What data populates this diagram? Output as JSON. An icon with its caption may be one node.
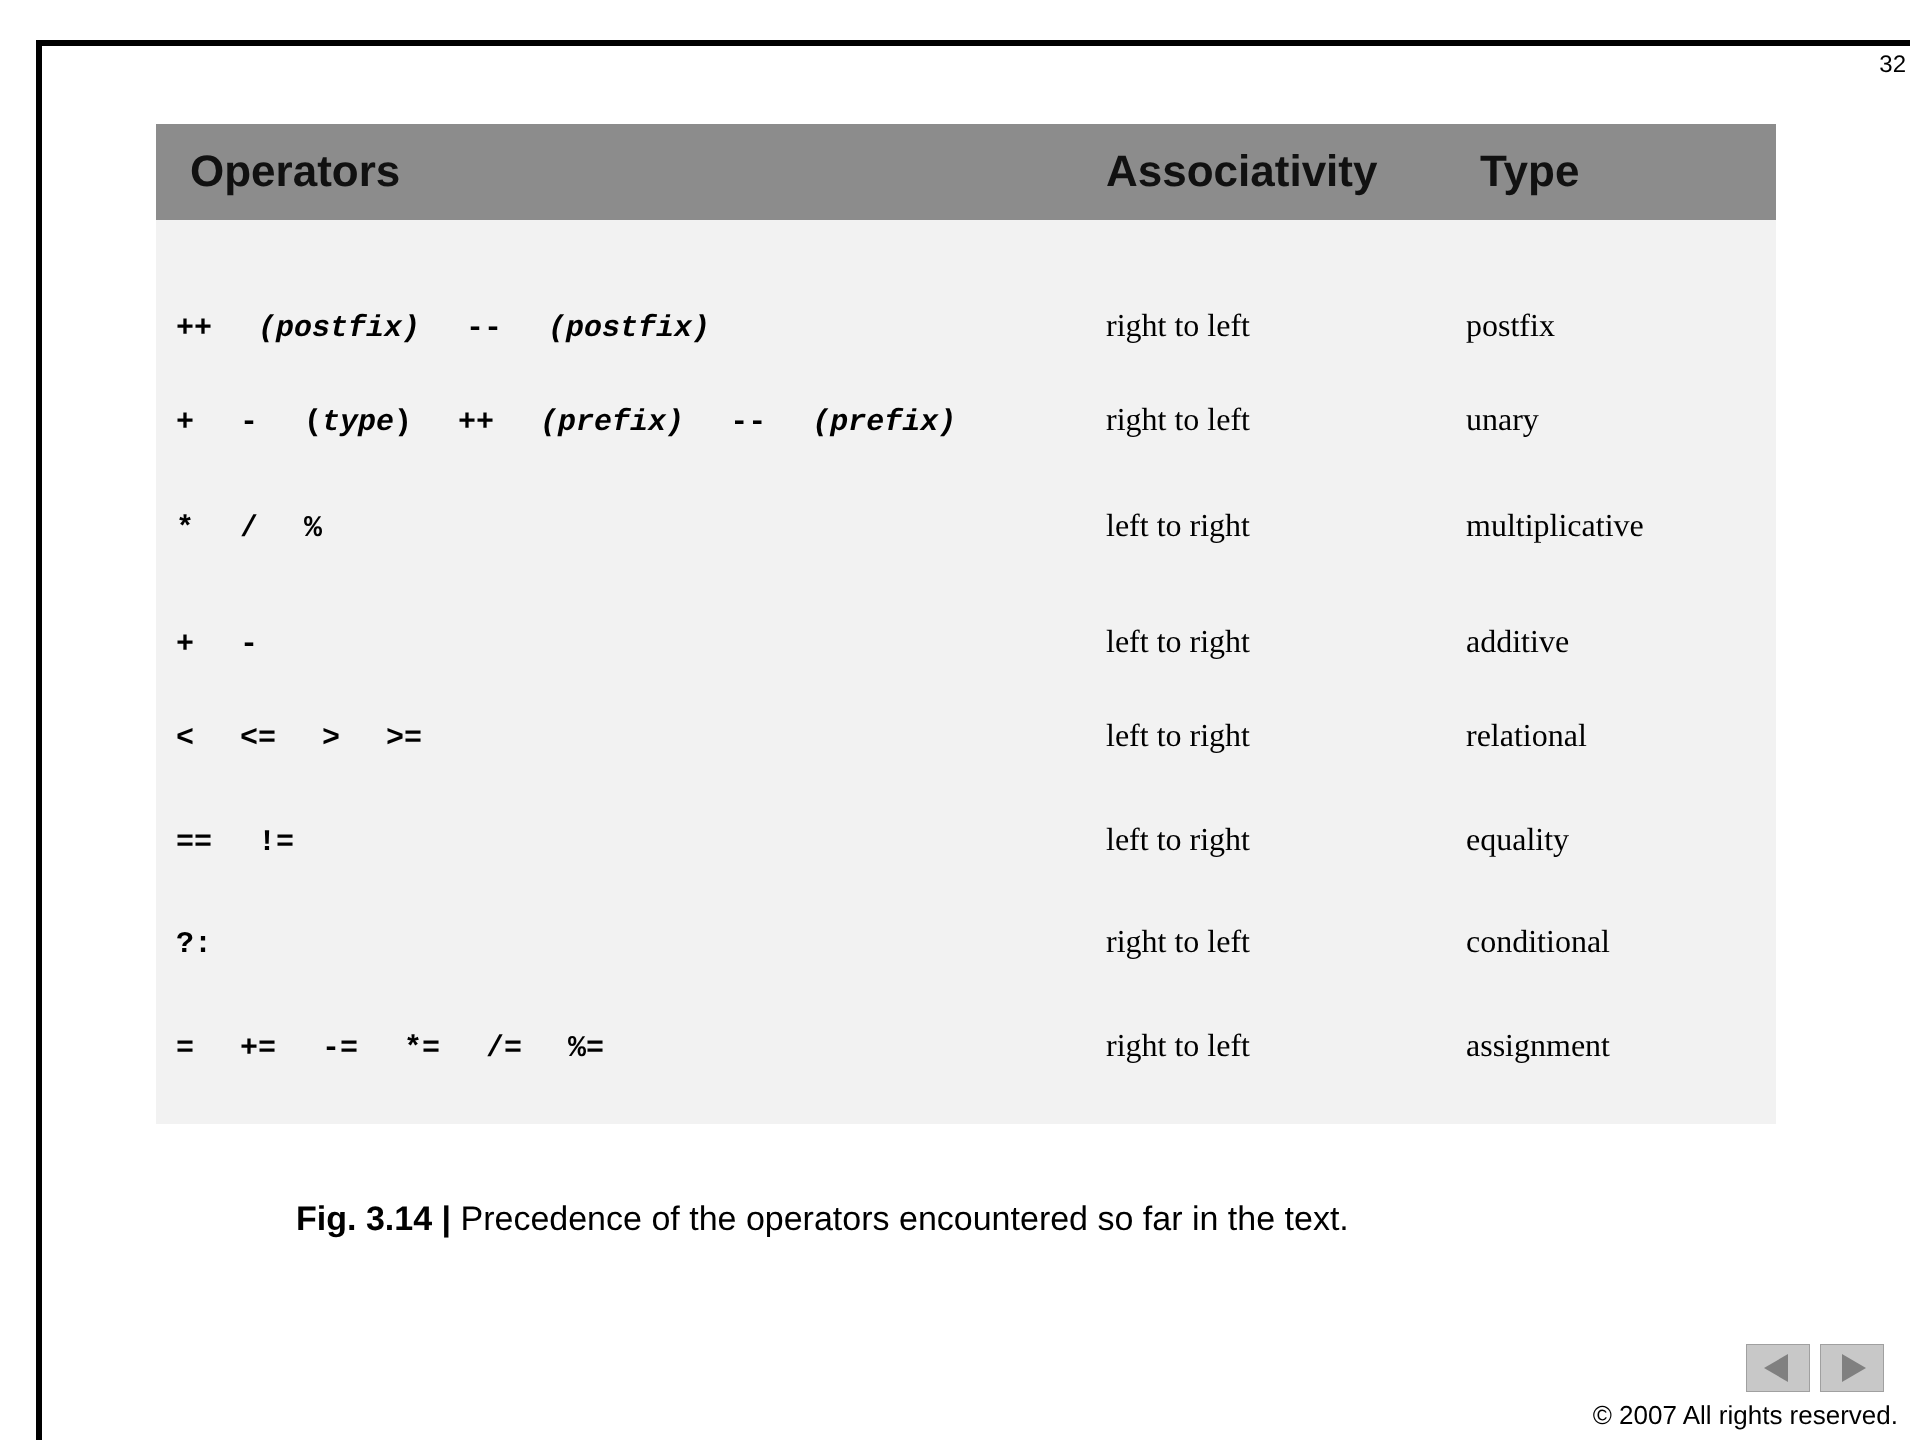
{
  "diagram": {
    "caption": "**Fig. 3.14 |** Precedence of the operators encountered so far in the text.",
    "labels": [
      "32",
      "Operators",
      "Associativity",
      "Type",
      "++ *(postfix)* -- *(postfix)*",
      "right to left",
      "postfix",
      "+ - (*type*) ++ *(prefix)* -- *(prefix)*",
      "right to left",
      "unary",
      "* / %",
      "left to right",
      "multiplicative",
      "+ -",
      "left to right",
      "additive",
      "< <= > >=",
      "left to right",
      "relational",
      "== !=",
      "left to right",
      "equality",
      "?:",
      "right to left",
      "conditional",
      "= += -= *= /= %=",
      "right to left",
      "assignment",
      "© 2007 All rights reserved."
    ]
  }
}
